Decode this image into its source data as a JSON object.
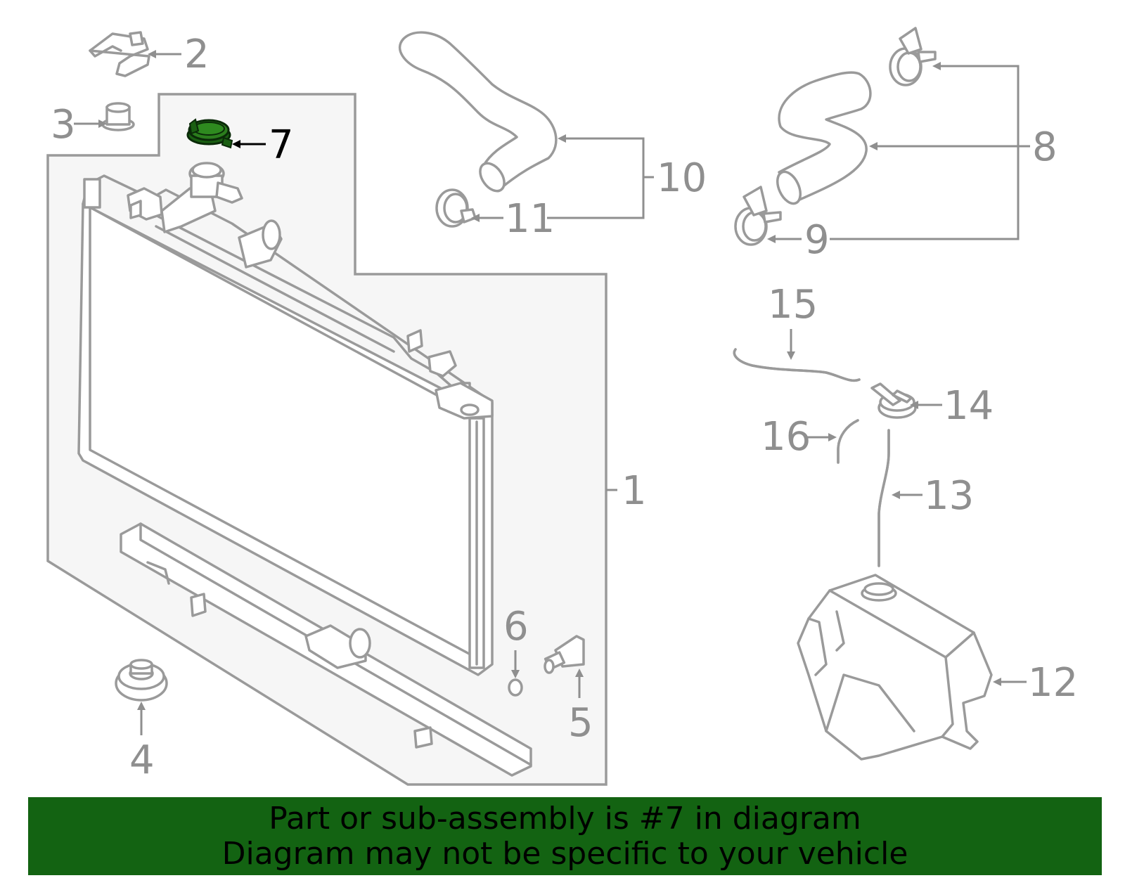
{
  "diagram": {
    "highlight_callout": "7",
    "callouts": [
      "1",
      "2",
      "3",
      "4",
      "5",
      "6",
      "7",
      "8",
      "9",
      "10",
      "11",
      "12",
      "13",
      "14",
      "15",
      "16"
    ]
  },
  "banner": {
    "line1": "Part or sub-assembly is #7 in diagram",
    "line2": "Diagram may not be specific to your vehicle",
    "background": "#136312"
  },
  "colors": {
    "line": "#9a9a9a",
    "highlight_fill": "#1f6e14",
    "text": "#8f8f8f"
  }
}
